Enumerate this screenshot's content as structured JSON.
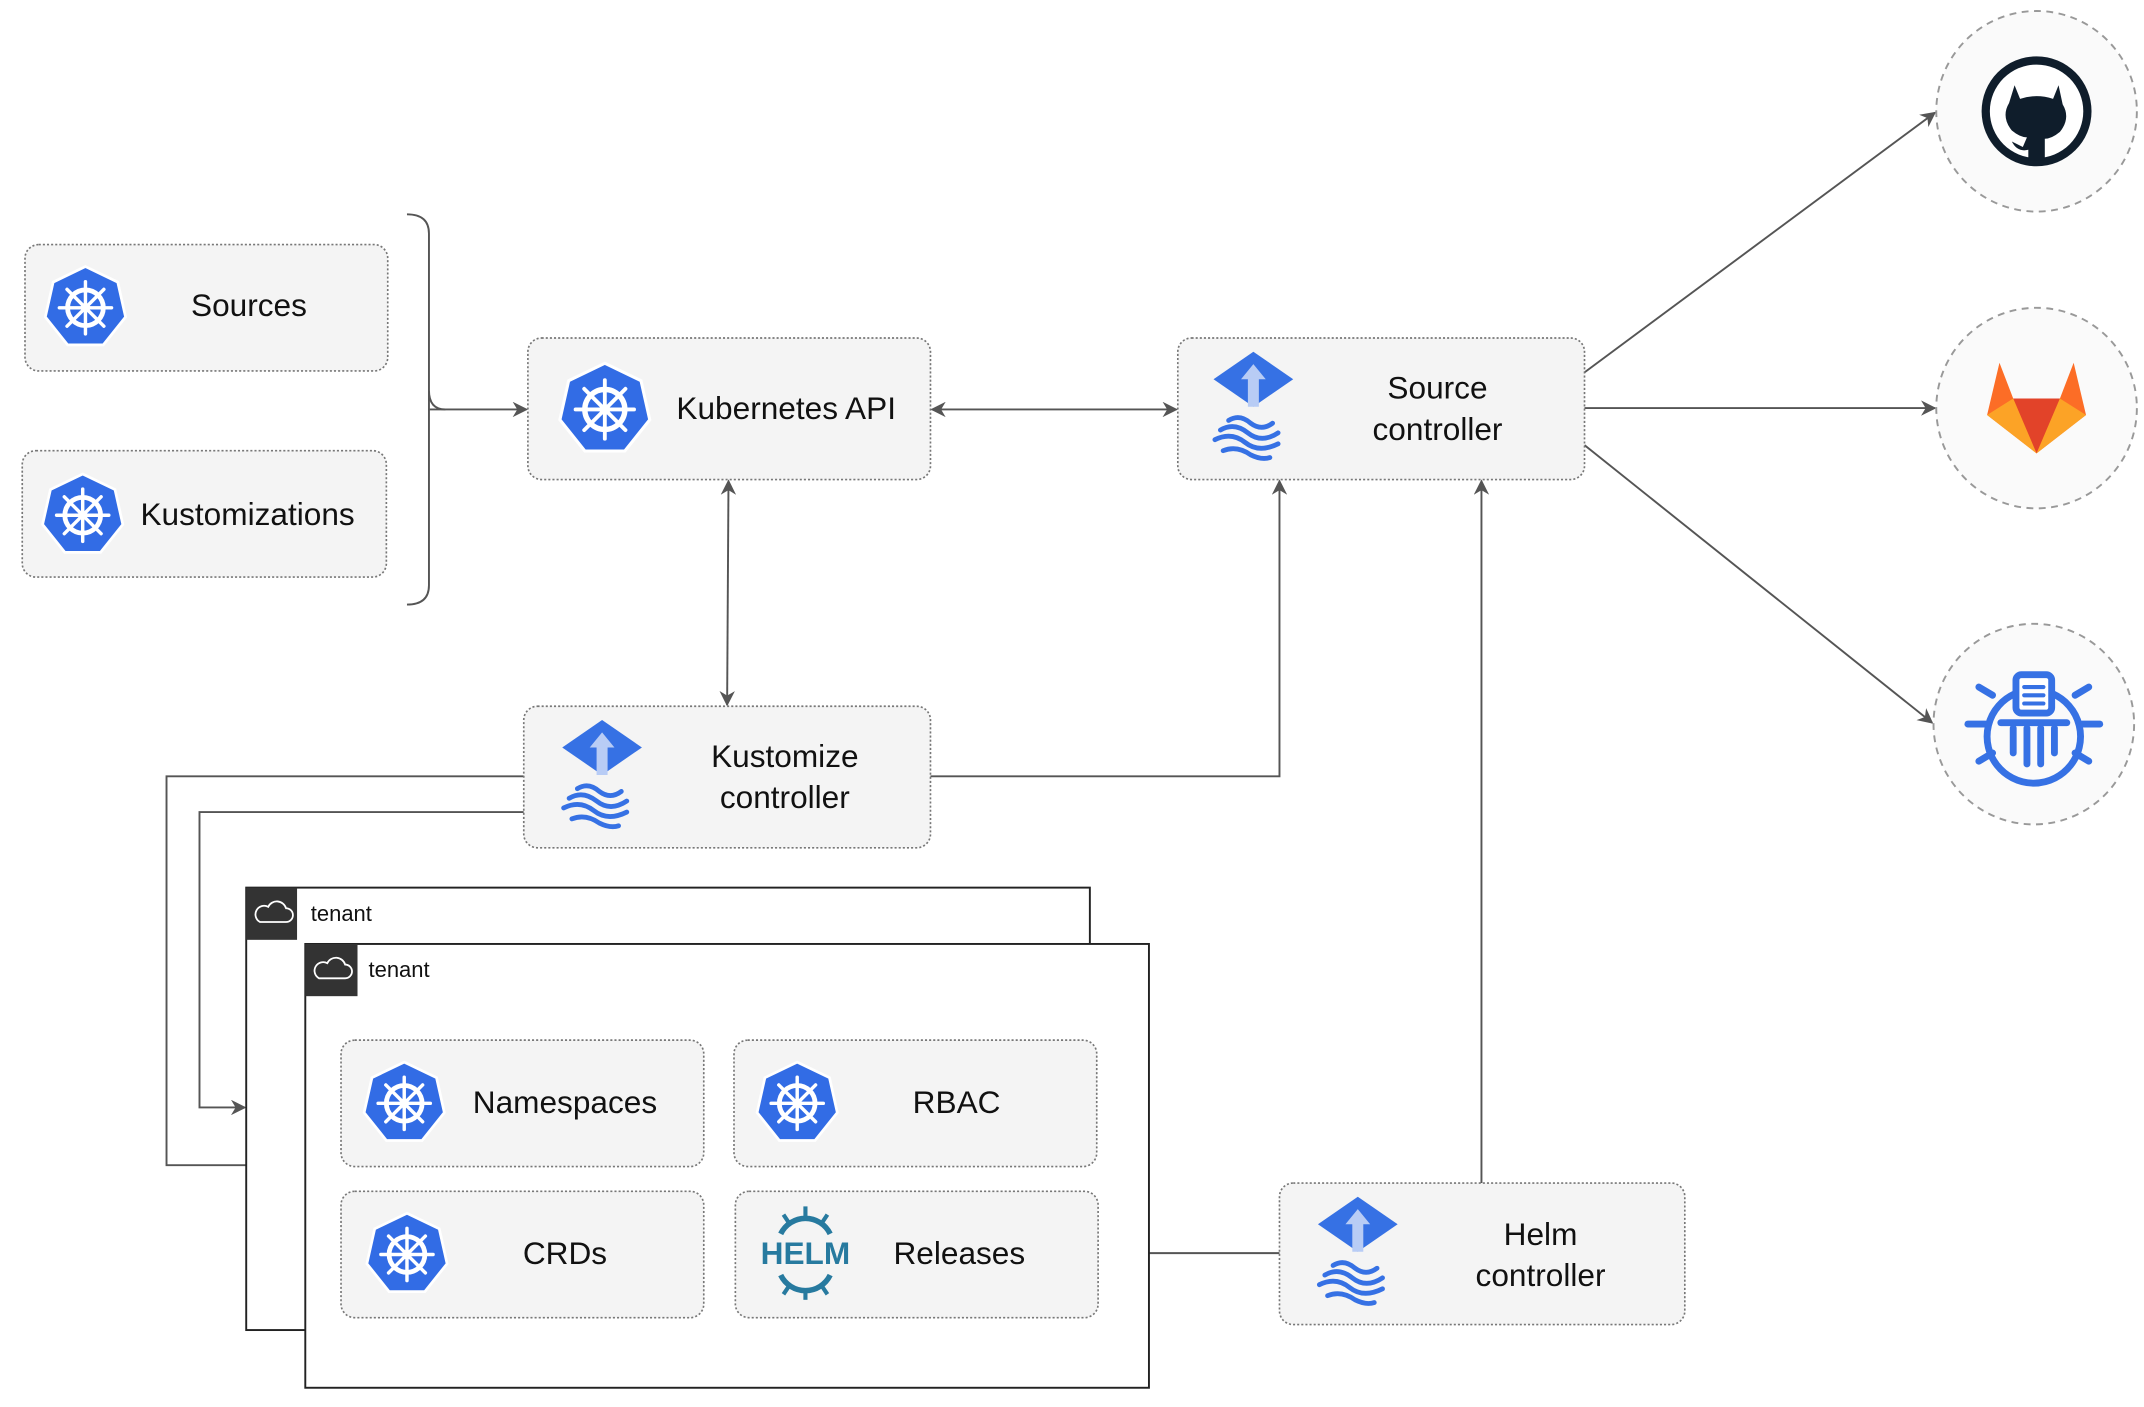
{
  "colors": {
    "kubernetes": "#326CE5",
    "flux": "#3671E4",
    "helm": "#277A9F",
    "github": "#0F1D2B",
    "gitlab": "#E24329",
    "connector": "#555555"
  },
  "nodes": {
    "sources": {
      "label": "Sources",
      "icon": "kubernetes-icon"
    },
    "kustomizations": {
      "label": "Kustomizations",
      "icon": "kubernetes-icon"
    },
    "kubernetes_api": {
      "label": "Kubernetes API",
      "icon": "kubernetes-icon"
    },
    "source_controller": {
      "line1": "Source",
      "line2": "controller",
      "icon": "flux-icon"
    },
    "kustomize_controller": {
      "line1": "Kustomize",
      "line2": "controller",
      "icon": "flux-icon"
    },
    "helm_controller": {
      "line1": "Helm",
      "line2": "controller",
      "icon": "flux-icon"
    },
    "namespaces": {
      "label": "Namespaces",
      "icon": "kubernetes-icon"
    },
    "rbac": {
      "label": "RBAC",
      "icon": "kubernetes-icon"
    },
    "crds": {
      "label": "CRDs",
      "icon": "kubernetes-icon"
    },
    "releases": {
      "label": "Releases",
      "icon": "helm-icon",
      "logo_text": "HELM"
    }
  },
  "tenants": [
    {
      "label": "tenant",
      "icon": "cloud-icon"
    },
    {
      "label": "tenant",
      "icon": "cloud-icon"
    }
  ],
  "external": [
    {
      "name": "github",
      "icon": "github-icon"
    },
    {
      "name": "gitlab",
      "icon": "gitlab-icon"
    },
    {
      "name": "bucket",
      "icon": "bucket-icon"
    }
  ]
}
